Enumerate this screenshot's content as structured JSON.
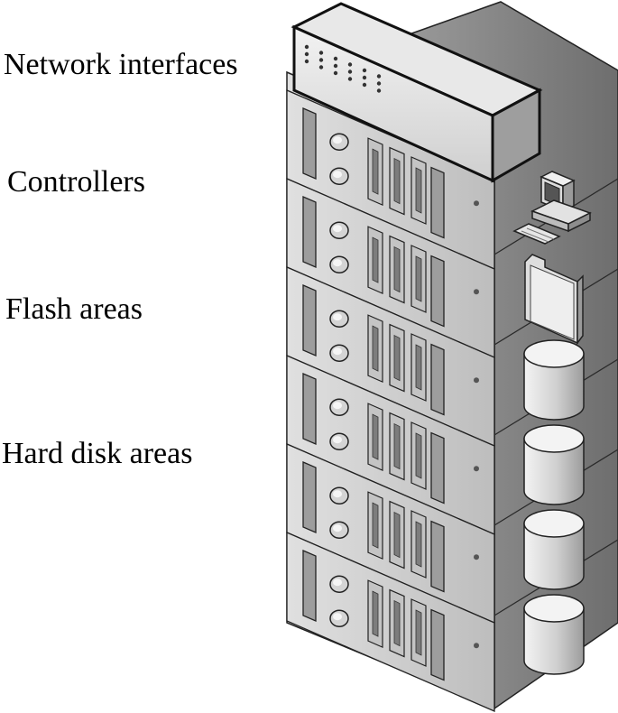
{
  "labels": {
    "network_interfaces": "Network interfaces",
    "controllers": "Controllers",
    "flash_areas": "Flash areas",
    "hard_disk_areas": "Hard disk areas"
  },
  "colors": {
    "stroke": "#1a1a1a",
    "front_light": "#d9d9d9",
    "front_mid": "#b8b8b8",
    "side_dark": "#8a8a8a",
    "top_light": "#e6e6e6"
  },
  "icons": [
    "network-switch-icon",
    "computer-icon",
    "flash-folder-icon",
    "disk-cylinder-icon"
  ],
  "shelves": 6,
  "disks": 4
}
